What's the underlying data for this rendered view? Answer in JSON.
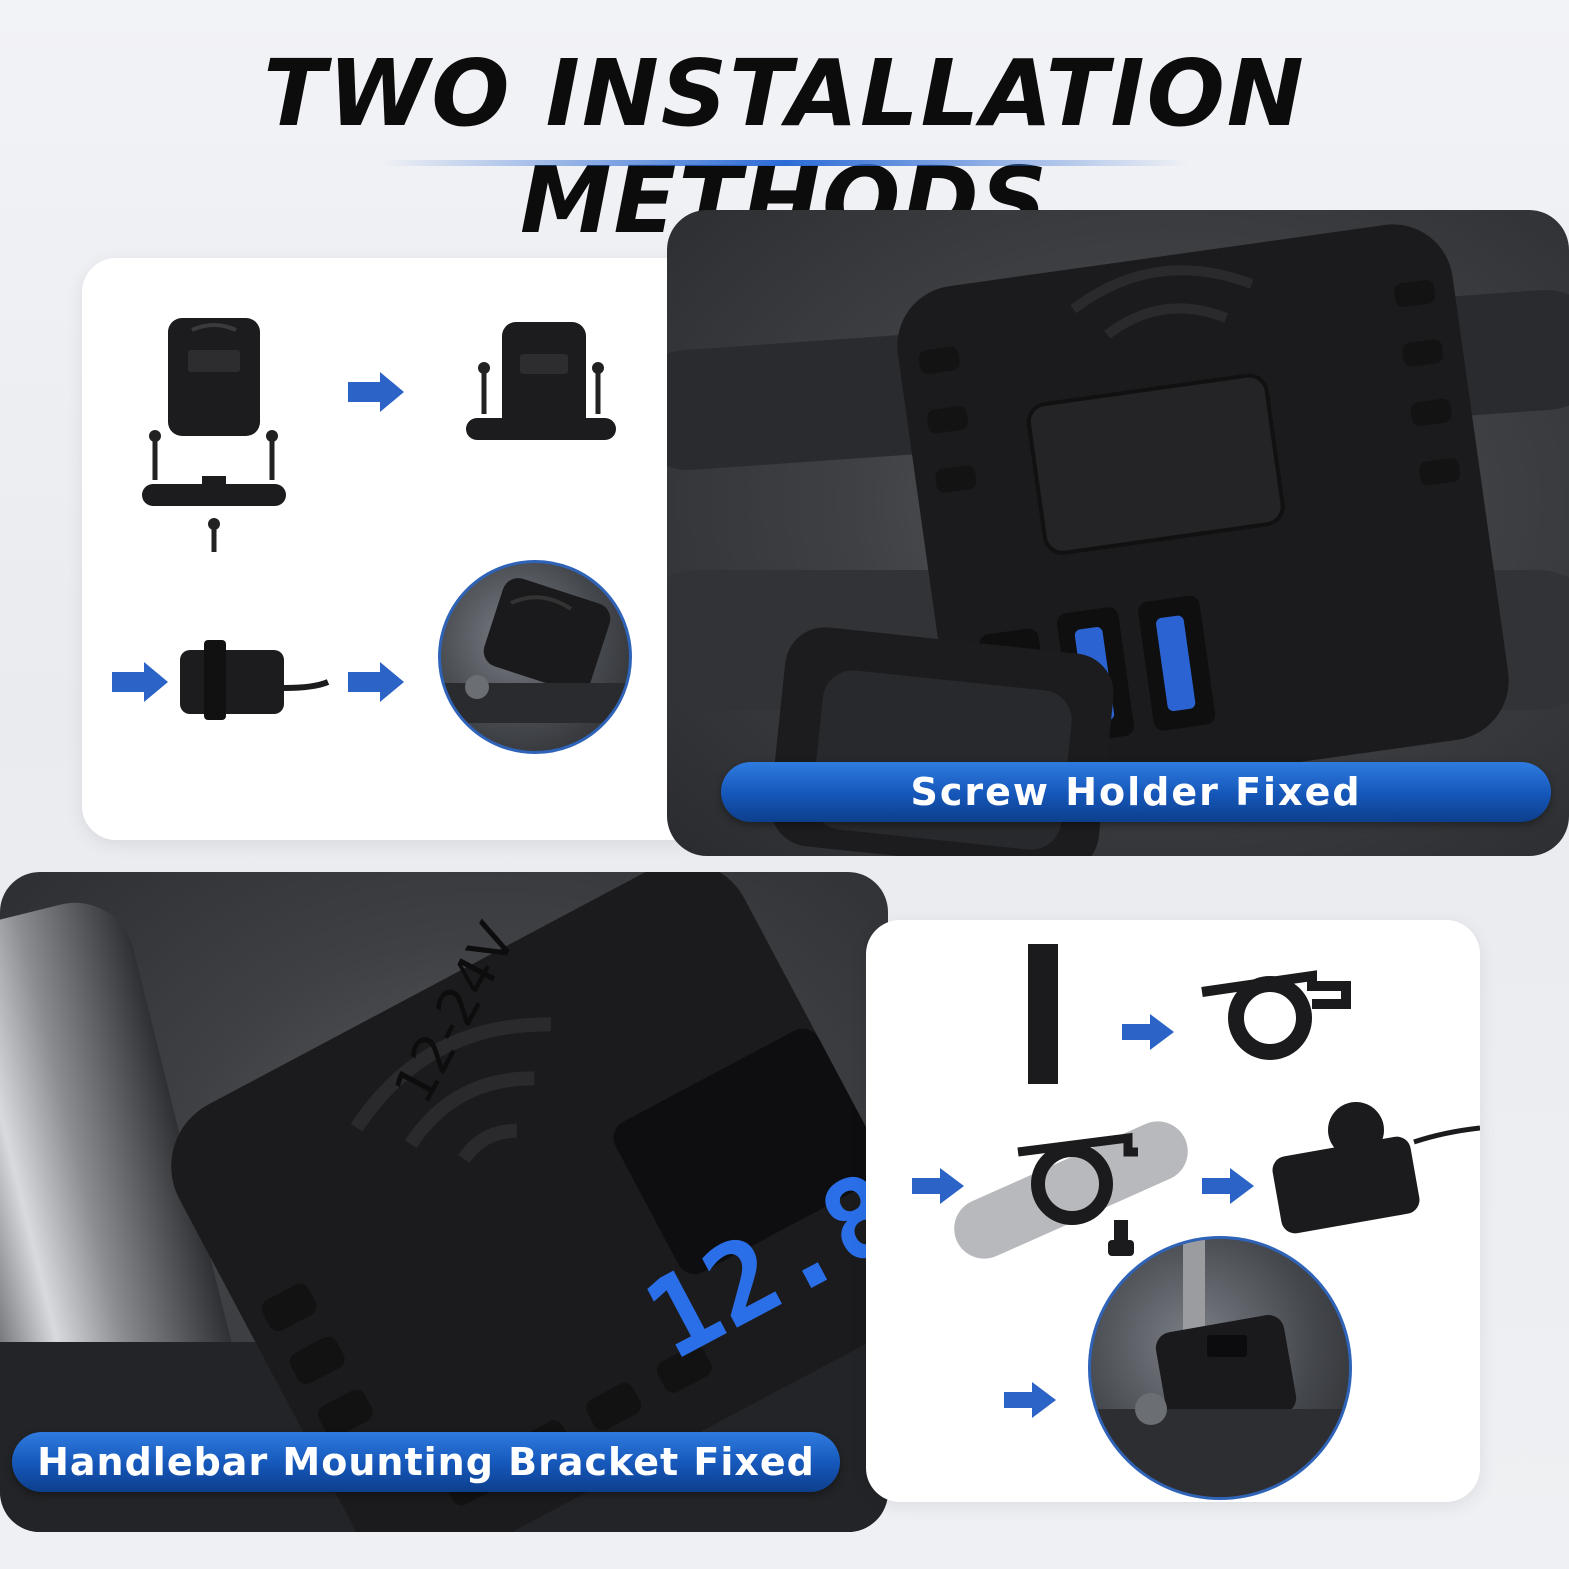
{
  "header": {
    "title": "TWO INSTALLATION METHODS"
  },
  "methods": [
    {
      "label": "Screw Holder Fixed"
    },
    {
      "label": "Handlebar Mounting Bracket Fixed"
    }
  ],
  "device": {
    "voltage_marking": "12-24V",
    "display_reading": "12.8"
  },
  "colors": {
    "accent_blue": "#1a5fc8",
    "display_blue": "#2a6fe8",
    "device_black": "#1b1b1d"
  }
}
